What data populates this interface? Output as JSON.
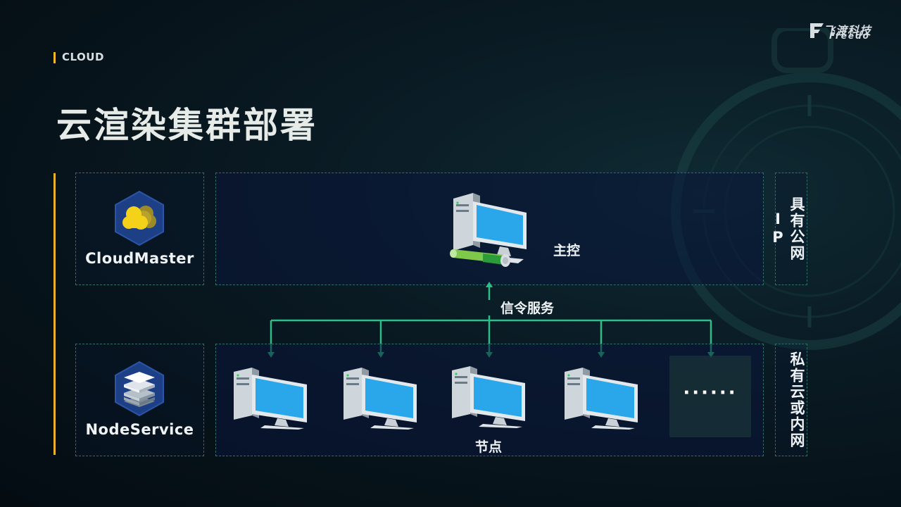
{
  "header": {
    "tag": "CLOUD",
    "title": "云渲染集群部署",
    "logo_cn": "飞渡科技",
    "logo_en": "Freedo"
  },
  "master_row": {
    "app_name": "CloudMaster",
    "center_label": "主控",
    "side_label": "具有公网IP"
  },
  "connector": {
    "label": "信令服务"
  },
  "node_row": {
    "app_name": "NodeService",
    "center_label": "节点",
    "side_label": "私有云或内网",
    "more": "······"
  },
  "colors": {
    "accent": "#e8b02c",
    "connector": "#2fbf86",
    "dashed_border": "#2f6f66"
  }
}
